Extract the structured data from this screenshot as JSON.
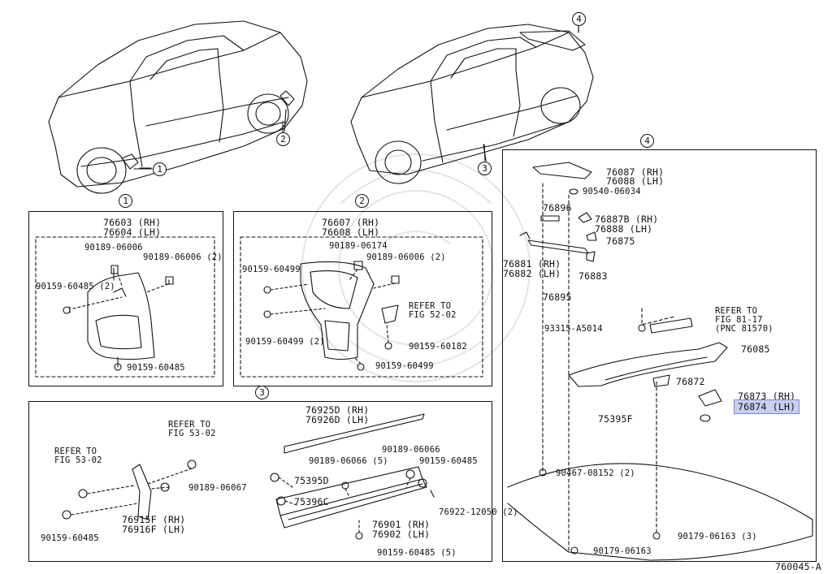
{
  "diagram_code": "760045-A",
  "callouts": {
    "c1": "1",
    "c2": "2",
    "c3": "3",
    "c4": "4"
  },
  "panel1": {
    "title_rh": "76603 (RH)",
    "title_lh": "76604 (LH)",
    "p1": "90189-06006",
    "p2": "90189-06006 (2)",
    "p3": "90159-60485 (2)",
    "p4": "90159-60485"
  },
  "panel2": {
    "title_rh": "76607 (RH)",
    "title_lh": "76608 (LH)",
    "p1": "90189-06174",
    "p2": "90189-06006 (2)",
    "p3": "90159-60499",
    "p4": "REFER TO",
    "p5": "FIG 52-02",
    "p6": "90159-60499 (2)",
    "p7": "90159-60182",
    "p8": "90159-60499"
  },
  "panel3": {
    "p1": "76925D (RH)",
    "p2": "76926D (LH)",
    "p3": "REFER TO",
    "p4": "FIG 53-02",
    "p5": "REFER TO",
    "p6": "FIG 53-02",
    "p7": "90189-06066",
    "p8": "90189-06066 (5)",
    "p9": "90159-60485",
    "p10": "75395D",
    "p11": "75396C",
    "p12": "90189-06067",
    "p13": "76922-12050 (2)",
    "p14": "76901 (RH)",
    "p15": "76902 (LH)",
    "p16": "76915F (RH)",
    "p17": "76916F (LH)",
    "p18": "90159-60485",
    "p19": "90159-60485 (5)"
  },
  "panel4": {
    "p1": "76087 (RH)",
    "p2": "76088 (LH)",
    "p3": "90540-06034",
    "p4": "76896",
    "p5": "76887B (RH)",
    "p6": "76888 (LH)",
    "p7": "76875",
    "p8": "76881 (RH)",
    "p9": "76882 (LH)",
    "p10": "76883",
    "p11": "76895",
    "p12": "REFER TO",
    "p13": "FIG 81-17",
    "p14": "(PNC 81570)",
    "p15": "93315-A5014",
    "p16": "76085",
    "p17": "76872",
    "p18": "76873 (RH)",
    "p19": "76874 (LH)",
    "p20": "75395F",
    "p21": "90467-08152 (2)",
    "p22": "90179-06163 (3)",
    "p23": "90179-06163"
  }
}
